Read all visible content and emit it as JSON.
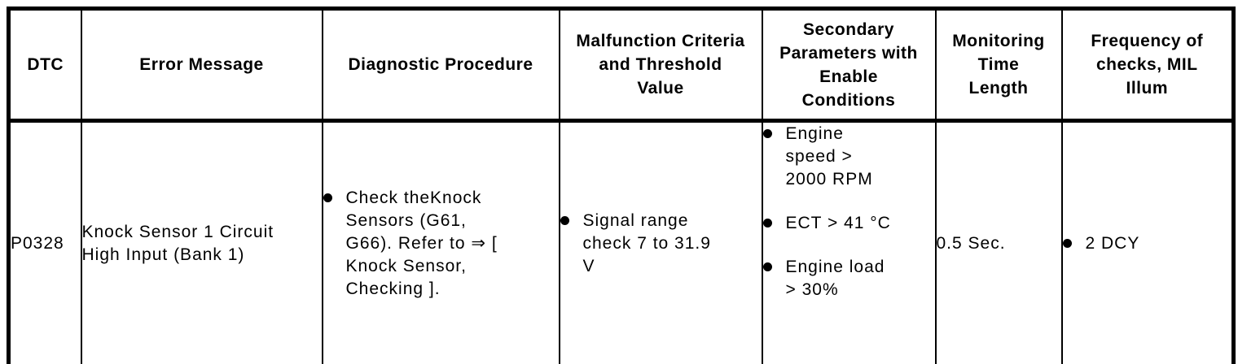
{
  "page": {
    "background_color": "#ffffff",
    "ink_color": "#000000"
  },
  "icons": {
    "bullet_glyph": "●"
  },
  "table": {
    "columns": [
      {
        "id": "dtc",
        "label": "DTC"
      },
      {
        "id": "error_message",
        "label": "Error Message"
      },
      {
        "id": "diagnostic_procedure",
        "label": "Diagnostic Procedure"
      },
      {
        "id": "malfunction_criteria",
        "label": "Malfunction Criteria and Threshold Value"
      },
      {
        "id": "secondary_parameters",
        "label": "Secondary Parameters with Enable Conditions"
      },
      {
        "id": "monitoring_time",
        "label": "Monitoring Time Length"
      },
      {
        "id": "frequency_checks",
        "label": "Frequency of checks, MIL Illum"
      }
    ],
    "rows": [
      {
        "dtc": "P0328",
        "error_message": "Knock Sensor 1 Circuit High Input (Bank 1)",
        "diagnostic_procedure": [
          "Check theKnock Sensors (G61, G66). Refer to ⇒ [ Knock Sensor, Checking ]."
        ],
        "malfunction_criteria": [
          "Signal range check 7 to 31.9 V"
        ],
        "secondary_parameters": [
          "Engine speed > 2000 RPM",
          "ECT > 41 °C",
          "Engine load > 30%"
        ],
        "monitoring_time": "0.5 Sec.",
        "frequency_checks": [
          "2 DCY"
        ]
      }
    ]
  }
}
